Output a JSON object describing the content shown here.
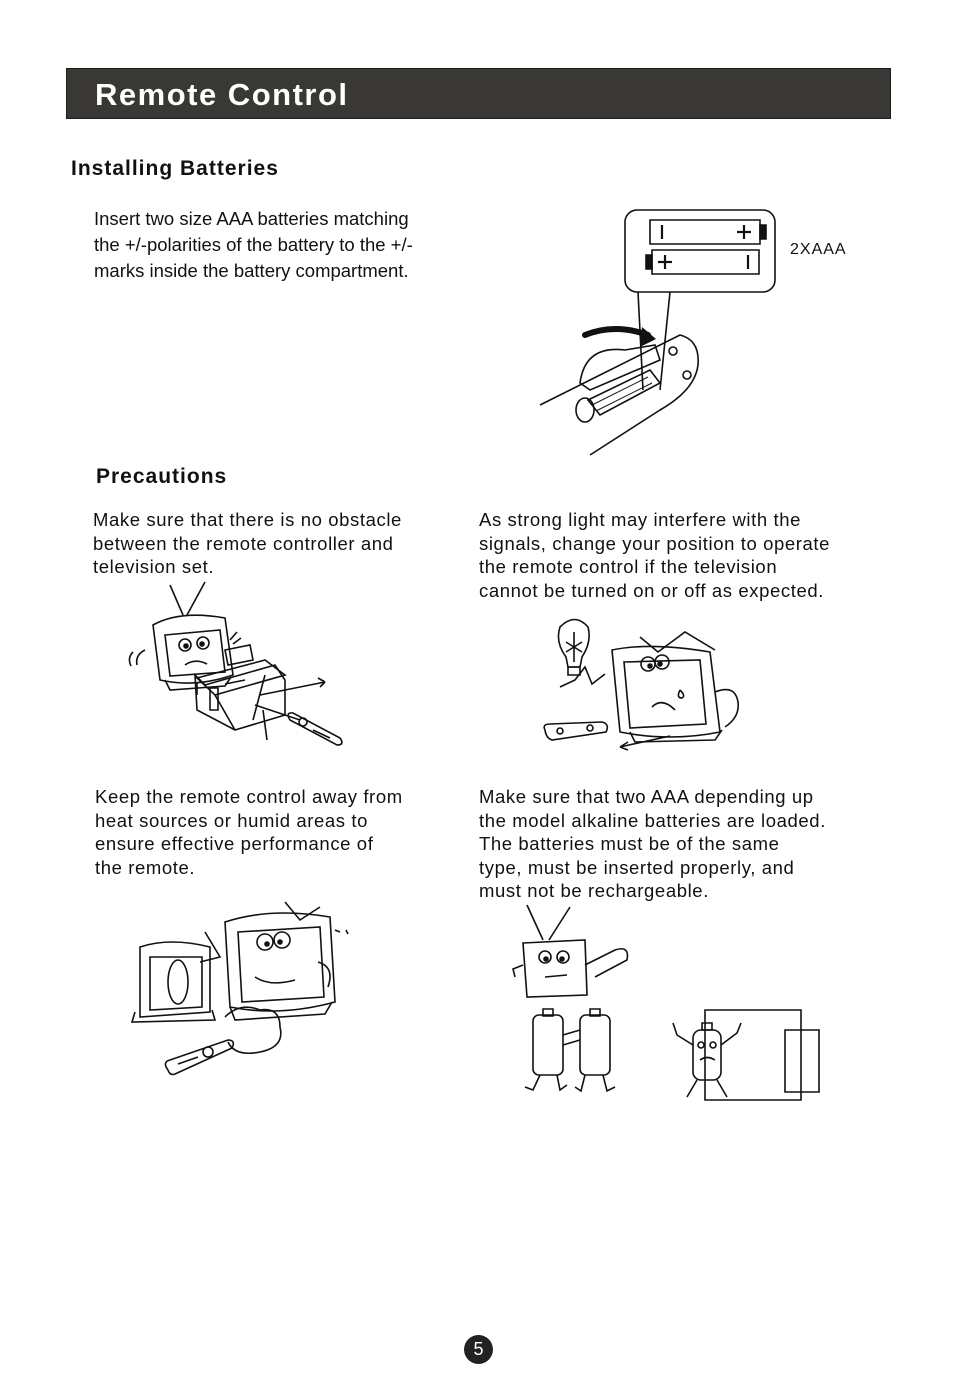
{
  "header": {
    "title": "Remote Control"
  },
  "installing": {
    "heading": "Installing Batteries",
    "text_lines": [
      "Insert two size AAA batteries matching",
      "the +/-polarities of the battery to the +/-",
      "marks inside the battery compartment."
    ],
    "battery_label": "2XAAA"
  },
  "precautions": {
    "heading": "Precautions",
    "obstacle_lines": [
      "Make sure that there is no obstacle",
      "between the remote controller and",
      "television set."
    ],
    "light_lines": [
      "As strong light may interfere with the",
      "signals, change your position to operate",
      "the remote control if the television",
      "cannot be turned on or off as expected."
    ],
    "heat_lines": [
      "Keep the remote control away from",
      "heat sources or humid areas to",
      "ensure effective performance of",
      "the remote."
    ],
    "battery_lines": [
      "Make sure that two AAA depending up",
      "the model alkaline batteries are loaded.",
      "The batteries must  be of the same",
      "type, must be inserted properly, and",
      "must not be rechargeable."
    ]
  },
  "footer": {
    "page_number": "5"
  },
  "icons": {
    "battery_compartment": "battery-compartment-icon",
    "obstacle": "tv-obstacle-illustration-icon",
    "light": "tv-light-illustration-icon",
    "heat": "tv-heat-illustration-icon",
    "batteries": "battery-characters-illustration-icon"
  }
}
